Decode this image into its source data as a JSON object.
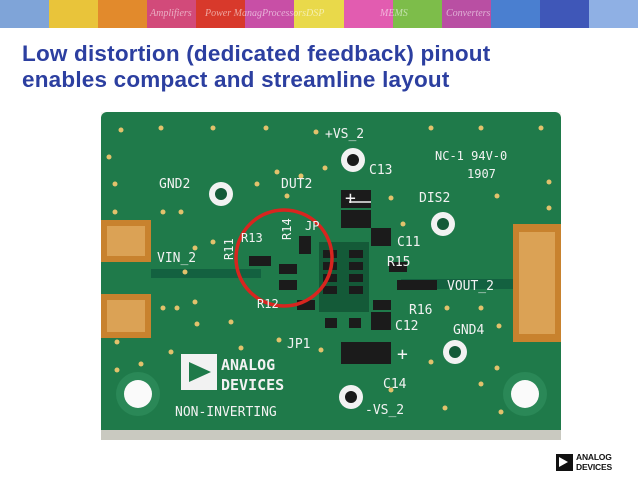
{
  "banner": {
    "tiles": [
      "#7fa4d8",
      "#e9c43a",
      "#e28a2c",
      "#d24a7a",
      "#d8392b",
      "#c84fa6",
      "#e9d94a",
      "#e25cb0",
      "#7dbd4a",
      "#b94fa3",
      "#4a7fd0",
      "#3f57b8",
      "#8fb0e4"
    ],
    "faint_words": [
      "Amplifiers",
      "Power Manag",
      "Processors",
      "DSP",
      "MEMS",
      "Converters"
    ]
  },
  "slide": {
    "title_line1": "Low distortion (dedicated feedback) pinout",
    "title_line2": "enables compact and streamline layout"
  },
  "board": {
    "pcb_color": "#1f7a4a",
    "silkscreen_color": "#f2f2f2",
    "highlight_circle_color": "#d8251f",
    "labels": {
      "vs_pos": "+VS_2",
      "c13": "C13",
      "nc_rating": "NC-1  94V-0",
      "date_code": "1907",
      "gnd2": "GND2",
      "dut2": "DUT2",
      "dis2": "DIS2",
      "r14": "R14",
      "jp": "JP",
      "r13": "R13",
      "r11": "R11",
      "vin": "VIN_2",
      "c11": "C11",
      "r15": "R15",
      "vout": "VOUT_2",
      "r12": "R12",
      "r16": "R16",
      "c12": "C12",
      "gnd4": "GND4",
      "jp1": "JP1",
      "c14": "C14",
      "vs_neg": "-VS_2",
      "plus_a": "+",
      "plus_b": "+",
      "analog": "ANALOG",
      "devices": "DEVICES",
      "non_inverting": "NON-INVERTING"
    }
  },
  "footer_logo": {
    "line1": "ANALOG",
    "line2": "DEVICES"
  }
}
